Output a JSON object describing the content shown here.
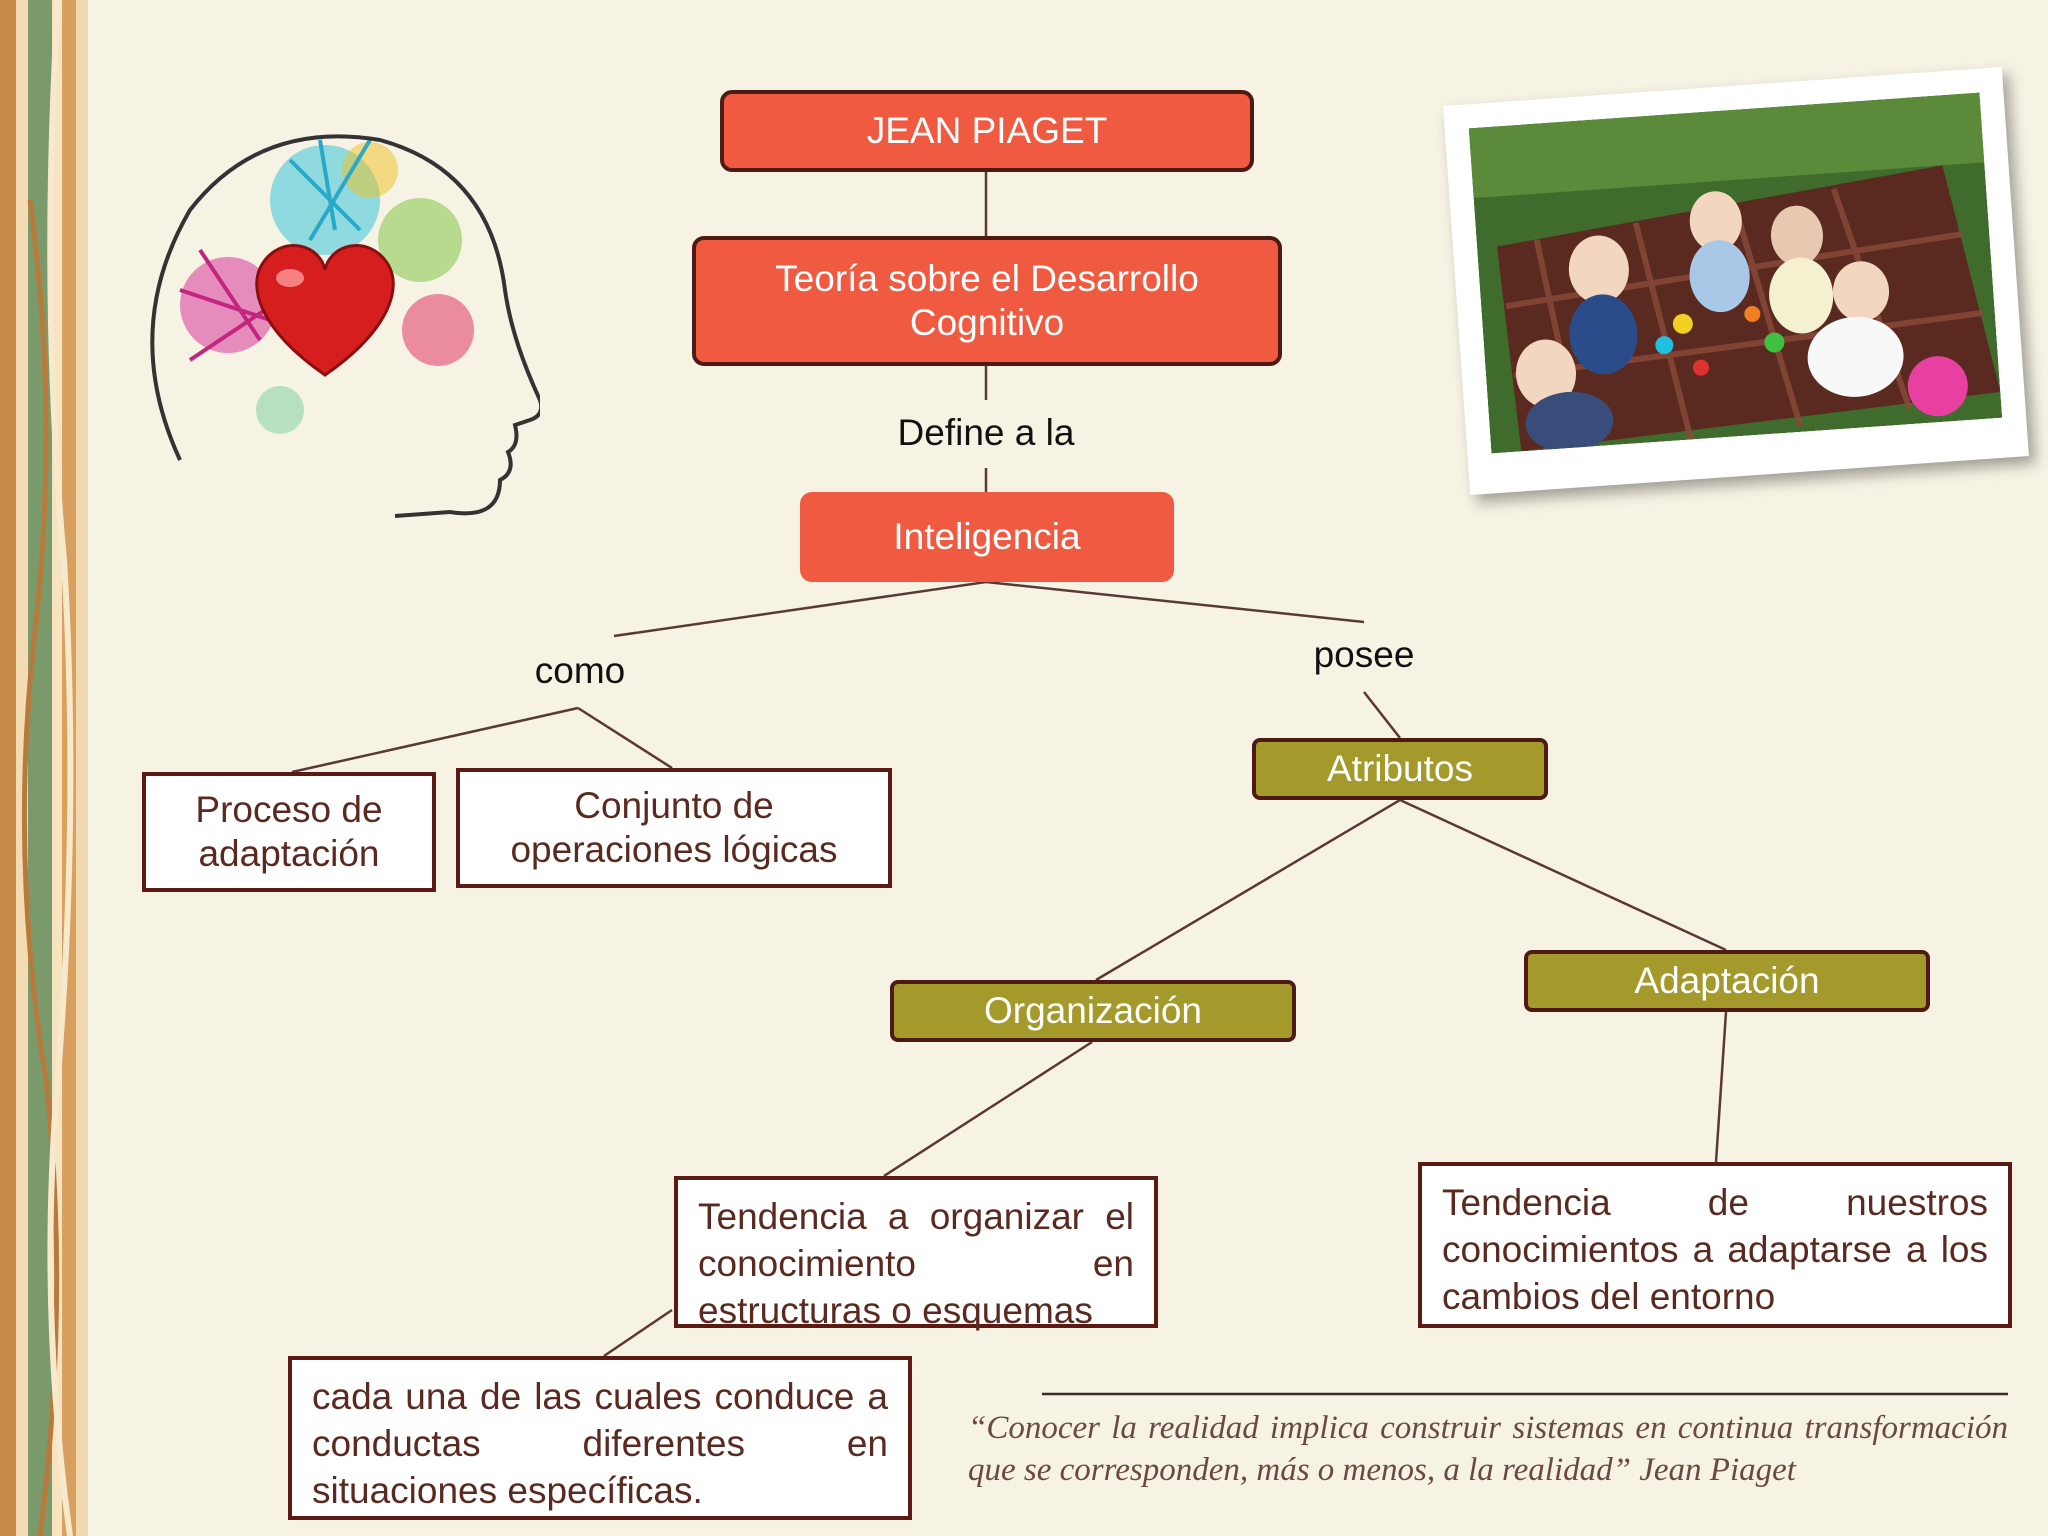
{
  "diagram": {
    "nodes": {
      "jean_piaget": "JEAN PIAGET",
      "teoria": "Teoría sobre el Desarrollo Cognitivo",
      "inteligencia": "Inteligencia",
      "proceso": "Proceso de adaptación",
      "conjunto": "Conjunto de operaciones lógicas",
      "atributos": "Atributos",
      "organizacion": "Organización",
      "adaptacion": "Adaptación",
      "tendencia_org": "Tendencia a organizar el conocimiento en estructuras o esquemas",
      "tendencia_adapt": "Tendencia de nuestros conocimientos a adaptarse a los cambios del entorno",
      "cada_una": "cada una de las cuales conduce a conductas diferentes en situaciones específicas."
    },
    "connectors": {
      "define": "Define a la",
      "como": "como",
      "posee": "posee"
    }
  },
  "quote": "“Conocer la realidad implica construir sistemas en continua transformación que se corresponden, más o menos, a la realidad” Jean Piaget",
  "colors": {
    "background": "#f6f2e4",
    "main_node": "#f05a40",
    "attribute_node": "#a39a2b",
    "border": "#5c1a12"
  },
  "images": {
    "left": "brain-heart-illustration",
    "right": "children-playing-photo"
  }
}
